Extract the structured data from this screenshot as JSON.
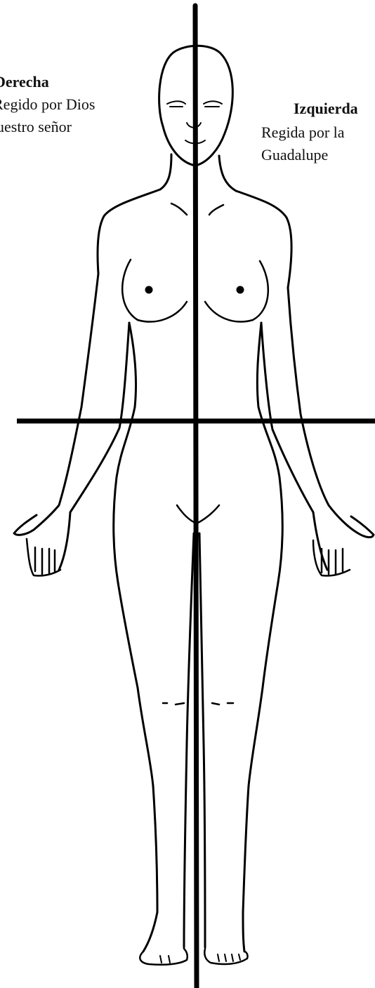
{
  "labels": {
    "right_side": {
      "heading": "Derecha",
      "line1": "Regido por Dios",
      "line2": "nuestro señor"
    },
    "left_side": {
      "heading": "Izquierda",
      "line1": "Regida por la",
      "line2": "Guadalupe"
    }
  },
  "colors": {
    "line": "#000000",
    "background": "#ffffff"
  }
}
